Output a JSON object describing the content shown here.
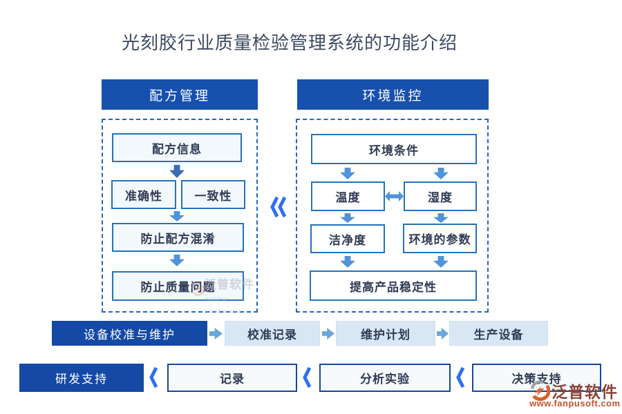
{
  "title": "光刻胶行业质量检验管理系统的功能介绍",
  "recipe_panel": {
    "header": "配方管理",
    "info": "配方信息",
    "accuracy": "准确性",
    "consistency": "一致性",
    "prevent_confusion": "防止配方混淆",
    "prevent_quality_issue": "防止质量问题"
  },
  "environment_panel": {
    "header": "环境监控",
    "condition": "环境条件",
    "temperature": "温度",
    "humidity": "湿度",
    "cleanliness": "洁净度",
    "env_parameters": "环境的参数",
    "stability": "提高产品稳定性"
  },
  "calibration_row": {
    "header": "设备校准与维护",
    "items": [
      "校准记录",
      "维护计划",
      "生产设备"
    ]
  },
  "rnd_row": {
    "header": "研发支持",
    "items": [
      "记录",
      "分析实验",
      "决策支持"
    ]
  },
  "watermark": {
    "brand": "泛普软件",
    "brand_en": "FANPU SOFTWARE",
    "url": "www.fanpusoft.com"
  },
  "icons": {
    "down-arrow-icon": "css-block-arrow-down",
    "right-arrow-icon": "css-block-arrow-right",
    "bidirectional-arrow-icon": "css-block-arrow-horizontal-double",
    "double-left-chevron-icon": "«",
    "left-chevron-icon": "‹",
    "fanpu-logo-icon": "svg-circle-swoosh"
  },
  "colors": {
    "header_blue": "#1850ae",
    "solid_blue": "#1449a5",
    "box_border_blue": "#2273bb",
    "box_fill_light": "#f2f8fc",
    "row_box_fill": "#d9e7f5",
    "row2_border_blue": "#16479e",
    "arrow_blue": "#4f93da",
    "arrow_dark_blue": "#3e6cb2",
    "chevron_blue": "#2f6ff0",
    "dashed_border_blue": "#2465c8",
    "title_text": "#3d4a63",
    "box_text": "#303c55",
    "brand_red": "#8a4337",
    "url_orange": "#c4532b"
  }
}
